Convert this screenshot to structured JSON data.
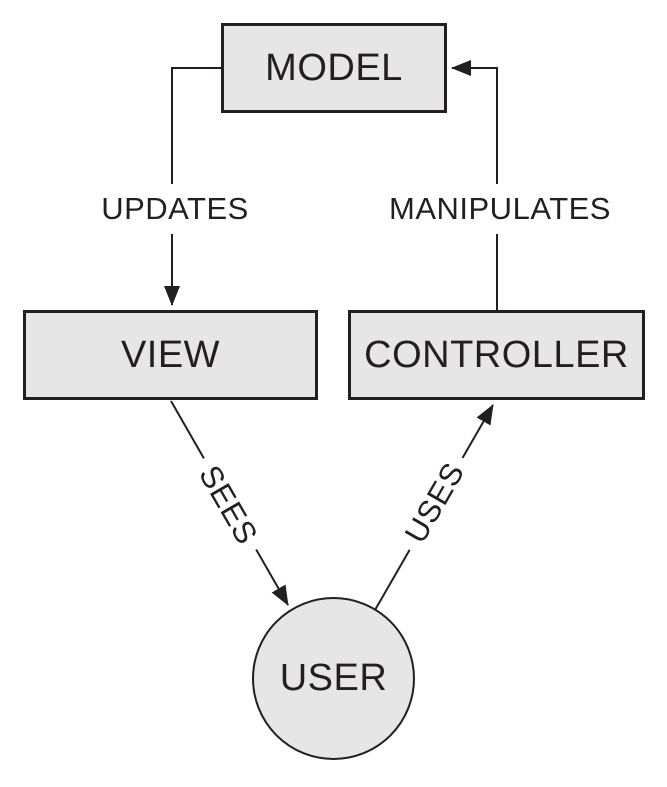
{
  "diagram": {
    "type": "flow-diagram",
    "nodes": {
      "model": {
        "label": "MODEL"
      },
      "view": {
        "label": "VIEW"
      },
      "controller": {
        "label": "CONTROLLER"
      },
      "user": {
        "label": "USER"
      }
    },
    "edges": {
      "updates": {
        "label": "UPDATES",
        "from": "model",
        "to": "view"
      },
      "manipulates": {
        "label": "MANIPULATES",
        "from": "controller",
        "to": "model"
      },
      "sees": {
        "label": "SEES",
        "from": "view",
        "to": "user"
      },
      "uses": {
        "label": "USES",
        "from": "user",
        "to": "controller"
      }
    },
    "colors": {
      "background": "#ffffff",
      "node_fill": "#e6e6e6",
      "stroke": "#231f20",
      "text": "#231f20"
    }
  }
}
